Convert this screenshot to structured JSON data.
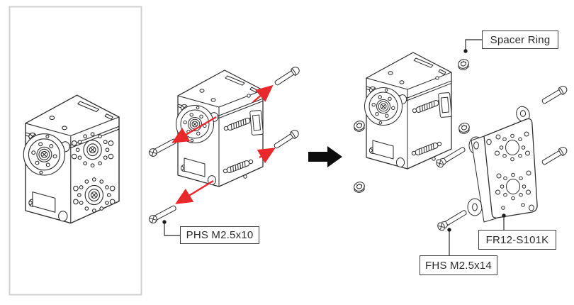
{
  "figure": {
    "kind": "exploded-assembly-diagram",
    "description": "Actuator shown alone, then with PHS screws removed, then with spacer rings, FHS screws and FR12-S101K frame exploded"
  },
  "colors": {
    "arrow_red": "#e8282b",
    "line_art": "#2b2b2b",
    "panel_border": "#d0d0d0",
    "leader": "#4a4a4a",
    "callout_border": "#3e3e3e",
    "callout_text": "#2b2b2b",
    "transition_arrow": "#0d0d0d"
  },
  "callouts": {
    "phs_screw": {
      "label": "PHS M2.5x10"
    },
    "spacer_ring": {
      "label": "Spacer Ring"
    },
    "fhs_screw": {
      "label": "FHS M2.5x14"
    },
    "frame": {
      "label": "FR12-S101K"
    }
  },
  "parts": [
    {
      "name": "actuator",
      "count": 3
    },
    {
      "name": "PHS M2.5x10 screw",
      "count": 4
    },
    {
      "name": "Spacer Ring",
      "count": 4
    },
    {
      "name": "FHS M2.5x14 screw",
      "count": 4
    },
    {
      "name": "FR12-S101K frame",
      "count": 1
    }
  ]
}
